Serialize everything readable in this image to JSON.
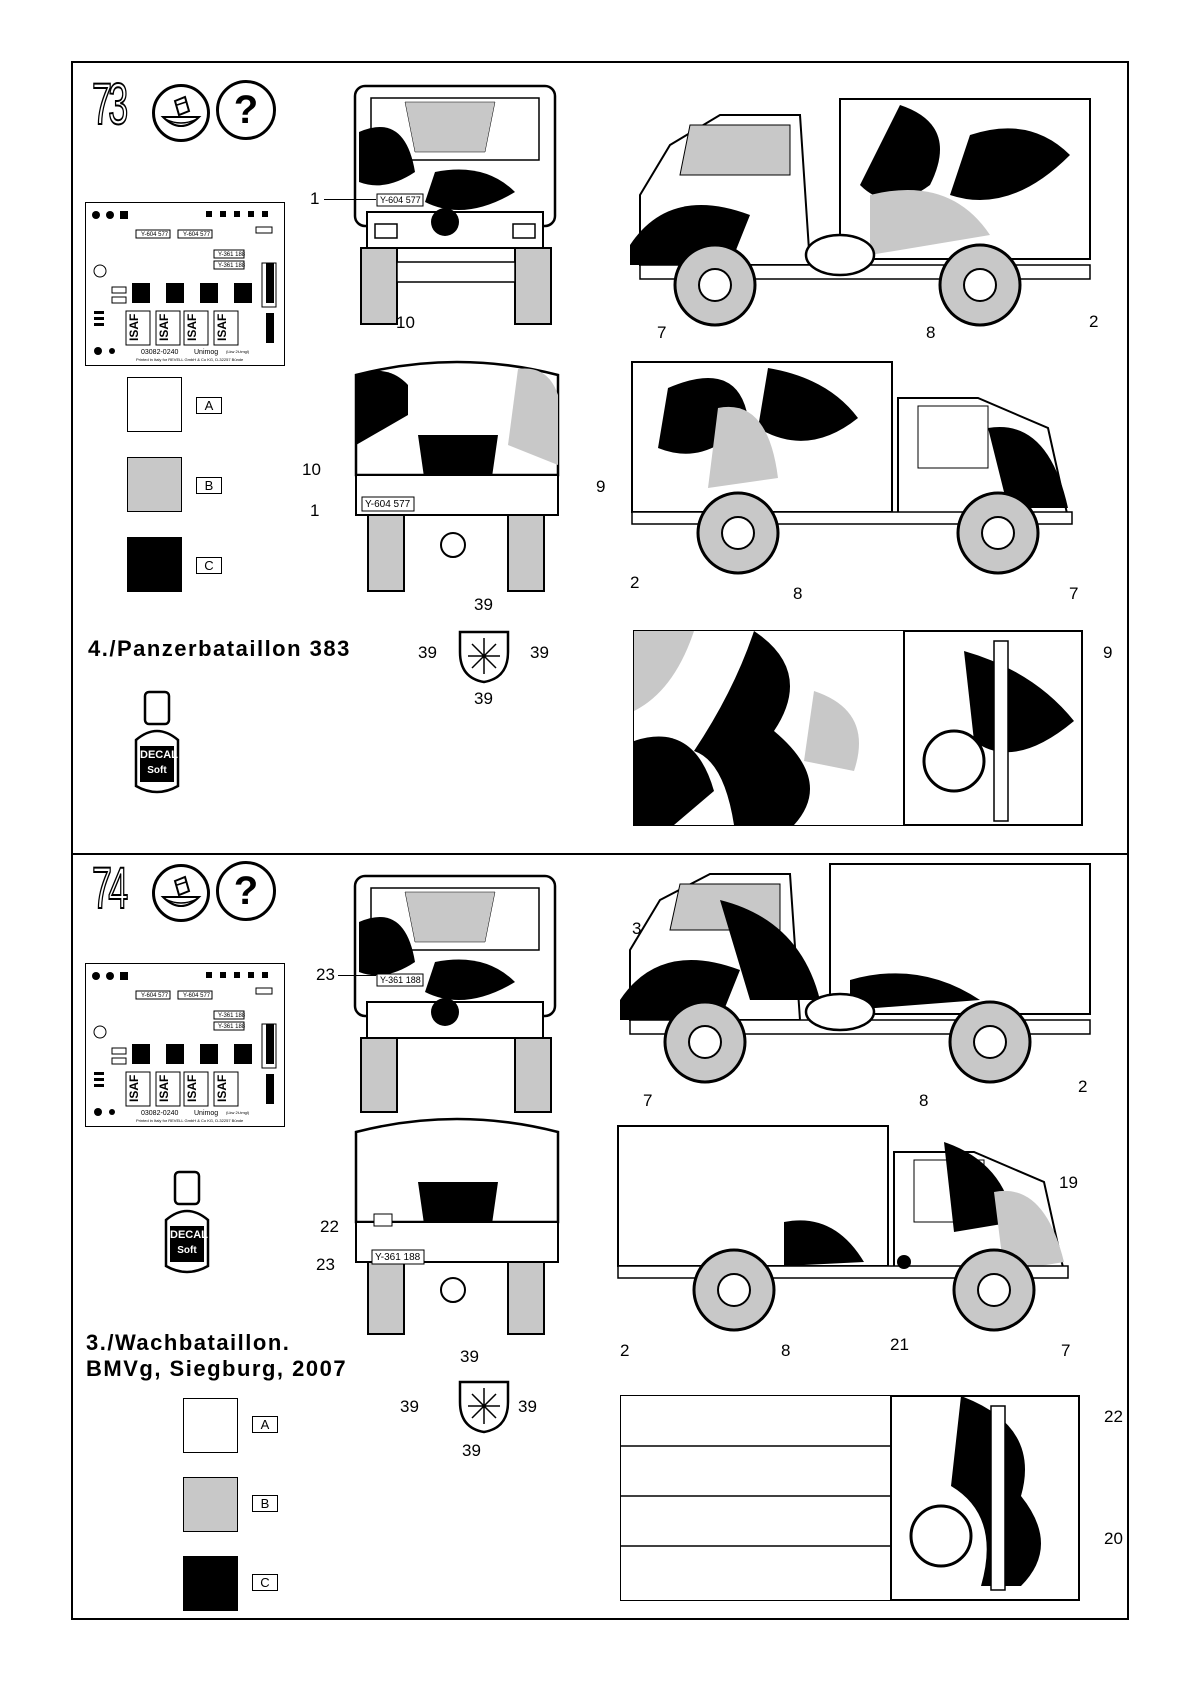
{
  "step73": {
    "number": "73",
    "sheet": {
      "code": "03082-0240",
      "model": "Unimog",
      "note": "(Lkw 2t-tmgl)",
      "printed": "Printed in Italy for REVELL GmbH & Co KG, D-32257 Bünde",
      "plates": [
        "Y-604 577",
        "Y-604 577",
        "Y-361 188",
        "Y-361 188"
      ],
      "isaf": [
        "ISAF",
        "ISAF",
        "ISAF",
        "ISAF"
      ]
    },
    "colors": [
      {
        "tag": "A",
        "hex": "#ffffff"
      },
      {
        "tag": "B",
        "hex": "#c8c8c8"
      },
      {
        "tag": "C",
        "hex": "#000000"
      }
    ],
    "unit": "4./Panzerbataillon 383",
    "bottle": {
      "line1": "DECAL",
      "line2": "Soft"
    },
    "front": {
      "plate": "Y-604 577",
      "callouts": [
        "1",
        "10"
      ]
    },
    "rear": {
      "plate": "Y-604 577",
      "callouts": [
        "10",
        "1",
        "9"
      ]
    },
    "side_left": {
      "callouts": [
        "7",
        "8",
        "2"
      ]
    },
    "side_right": {
      "callouts": [
        "2",
        "8",
        "7"
      ]
    },
    "top": {
      "callouts": [
        "9"
      ]
    },
    "hub": {
      "callouts": [
        "39",
        "39",
        "39",
        "39"
      ]
    }
  },
  "step74": {
    "number": "74",
    "sheet": {
      "code": "03082-0240",
      "model": "Unimog",
      "note": "(Lkw 2t-tmgl)",
      "printed": "Printed in Italy for REVELL GmbH & Co KG, D-32257 Bünde",
      "plates": [
        "Y-604 577",
        "Y-604 577",
        "Y-361 188",
        "Y-361 188"
      ],
      "isaf": [
        "ISAF",
        "ISAF",
        "ISAF",
        "ISAF"
      ]
    },
    "colors": [
      {
        "tag": "A",
        "hex": "#ffffff"
      },
      {
        "tag": "B",
        "hex": "#c8c8c8"
      },
      {
        "tag": "C",
        "hex": "#000000"
      }
    ],
    "unit_line1": "3./Wachbataillon.",
    "unit_line2": "BMVg, Siegburg, 2007",
    "bottle": {
      "line1": "DECAL",
      "line2": "Soft"
    },
    "front": {
      "plate": "Y-361 188",
      "callouts": [
        "23"
      ]
    },
    "rear": {
      "plate": "Y-361 188",
      "callouts": [
        "22",
        "23"
      ]
    },
    "side_left": {
      "callouts": [
        "3",
        "7",
        "8",
        "2"
      ]
    },
    "side_right": {
      "callouts": [
        "19",
        "2",
        "8",
        "21",
        "7"
      ]
    },
    "top": {
      "callouts": [
        "22",
        "20"
      ]
    },
    "hub": {
      "callouts": [
        "39",
        "39",
        "39",
        "39"
      ]
    }
  }
}
